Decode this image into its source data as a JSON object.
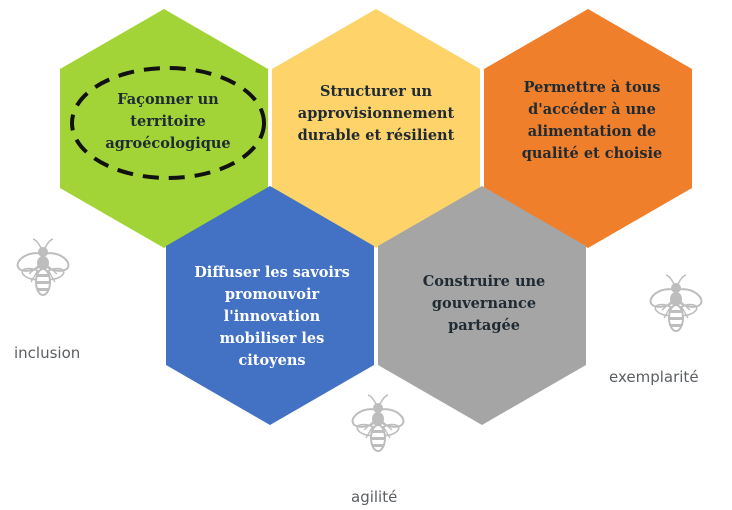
{
  "hexagons": [
    {
      "id": "territoire",
      "lines": [
        "Façonner un",
        "territoire",
        "agroécologique"
      ],
      "fill": "#a2d438",
      "text_color": "#1f2a33"
    },
    {
      "id": "approvisionnement",
      "lines": [
        "Structurer un",
        "approvisionnement",
        "durable et résilient"
      ],
      "fill": "#fdd36a",
      "text_color": "#1f2a33"
    },
    {
      "id": "alimentation",
      "lines": [
        "Permettre à tous",
        "d'accéder à une",
        "alimentation de",
        "qualité et choisie"
      ],
      "fill": "#f07f2b",
      "text_color": "#1f2a33"
    },
    {
      "id": "savoirs",
      "lines": [
        "Diffuser les savoirs",
        "promouvoir",
        "l'innovation",
        "mobiliser les",
        "citoyens"
      ],
      "fill": "#4372c4",
      "text_color": "#ffffff"
    },
    {
      "id": "gouvernance",
      "lines": [
        "Construire une",
        "gouvernance",
        "partagée"
      ],
      "fill": "#a5a5a5",
      "text_color": "#1f2a33"
    }
  ],
  "values": {
    "inclusion": "inclusion",
    "agilite": "agilité",
    "exemplarite": "exemplarité"
  },
  "icons": [
    "bee-icon",
    "bee-icon",
    "bee-icon"
  ],
  "colors": {
    "bee": "#bdbdbd",
    "dash_outline": "#111111",
    "value_text": "#5b5f63"
  }
}
